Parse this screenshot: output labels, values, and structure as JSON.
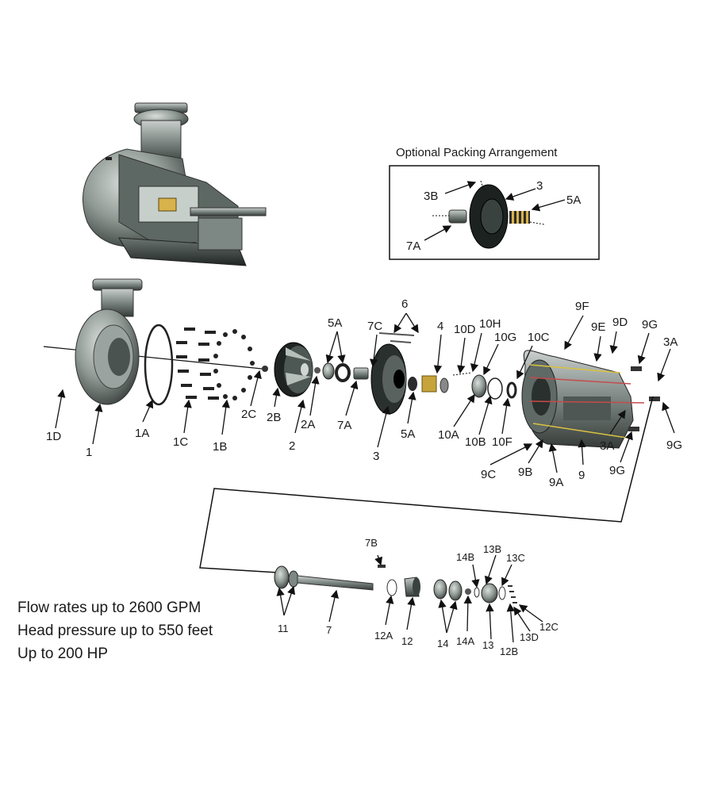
{
  "packing": {
    "title": "Optional Packing Arrangement"
  },
  "specs": [
    "Flow rates up to 2600 GPM",
    "Head pressure up to 550 feet",
    "Up to 200 HP"
  ],
  "labels": {
    "p1D": "1D",
    "p1": "1",
    "p1A": "1A",
    "p1C": "1C",
    "p1B": "1B",
    "p2C": "2C",
    "p2B": "2B",
    "p2": "2",
    "p2A": "2A",
    "p5A_top": "5A",
    "p7A": "7A",
    "p7C": "7C",
    "p6": "6",
    "p3": "3",
    "p5A_bot": "5A",
    "p4": "4",
    "p10D": "10D",
    "p10H": "10H",
    "p10G": "10G",
    "p10C": "10C",
    "p10A": "10A",
    "p10B": "10B",
    "p10F": "10F",
    "p9F": "9F",
    "p9E": "9E",
    "p9D": "9D",
    "p9G_top": "9G",
    "p3A_top": "3A",
    "p9G_right": "9G",
    "p3A_bot": "3A",
    "p9G_bot": "9G",
    "p9C": "9C",
    "p9B": "9B",
    "p9A": "9A",
    "p9": "9",
    "opt3B": "3B",
    "opt3": "3",
    "opt5A": "5A",
    "opt7A": "7A",
    "p7B": "7B",
    "p11": "11",
    "p7": "7",
    "p12A": "12A",
    "p12": "12",
    "p14": "14",
    "p14A": "14A",
    "p14B": "14B",
    "p13B": "13B",
    "p13C": "13C",
    "p13": "13",
    "p12B": "12B",
    "p13D": "13D",
    "p12C": "12C"
  }
}
